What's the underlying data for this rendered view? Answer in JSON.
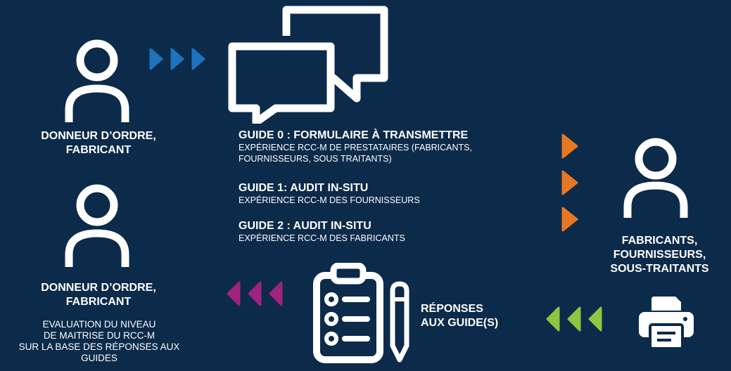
{
  "left_top": {
    "label_line1": "DONNEUR D’ORDRE,",
    "label_line2": "FABRICANT"
  },
  "left_bottom": {
    "label_line1": "DONNEUR D’ORDRE,",
    "label_line2": "FABRICANT",
    "eval_line1": "EVALUATION DU NIVEAU",
    "eval_line2": "DE MAITRISE DU RCC-M",
    "eval_line3": "SUR LA BASE DES RÉPONSES AUX",
    "eval_line4": "GUIDES"
  },
  "guides": [
    {
      "title": "GUIDE 0 : FORMULAIRE À TRANSMETTRE",
      "desc_line1": "EXPÉRIENCE RCC-M DE PRESTATAIRES (FABRICANTS,",
      "desc_line2": "FOURNISSEURS, SOUS TRAITANTS)"
    },
    {
      "title": "GUIDE 1: AUDIT IN-SITU",
      "desc_line1": "EXPÉRIENCE RCC-M DES FOURNISSEURS"
    },
    {
      "title": "GUIDE 2 : AUDIT IN-SITU",
      "desc_line1": "EXPÉRIENCE RCC-M DES FABRICANTS"
    }
  ],
  "right": {
    "label_line1": "FABRICANTS,",
    "label_line2": "FOURNISSEURS,",
    "label_line3": "SOUS-TRAITANTS"
  },
  "responses": {
    "line1": "RÉPONSES",
    "line2": "AUX GUIDE(S)"
  },
  "colors": {
    "background": "#0c2a4a",
    "blue_arrow": "#1e73be",
    "orange_arrow": "#e87722",
    "purple_arrow": "#a0237f",
    "green_arrow": "#8dc63f"
  },
  "icons": [
    "person-icon",
    "chat-bubbles-icon",
    "clipboard-checklist-icon",
    "pencil-icon",
    "printer-icon"
  ]
}
